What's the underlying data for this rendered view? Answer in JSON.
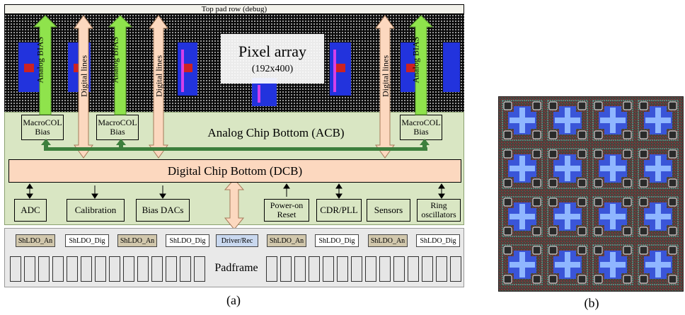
{
  "figure": {
    "top_pad_row": "Top pad row (debug)",
    "pixel_array_title": "Pixel array",
    "pixel_array_size": "(192x400)",
    "analog_bias_label": "Analog BIAS",
    "digital_lines_label": "Digital lines",
    "macrocol_bias": "MacroCOL\nBias",
    "acb_label": "Analog Chip Bottom (ACB)",
    "dcb_label": "Digital Chip Bottom (DCB)",
    "blocks": {
      "adc": "ADC",
      "calibration": "Calibration",
      "bias_dacs": "Bias DACs",
      "power_on_reset": "Power-on\nReset",
      "cdr_pll": "CDR/PLL",
      "sensors": "Sensors",
      "ring_oscillators": "Ring\noscillators"
    },
    "ldos": [
      "ShLDO_An",
      "ShLDO_Dig",
      "ShLDO_An",
      "ShLDO_Dig",
      "Driver/Rec",
      "ShLDO_An",
      "ShLDO_Dig",
      "ShLDO_An",
      "ShLDO_Dig"
    ],
    "padframe_label": "Padframe",
    "caption_a": "(a)",
    "caption_b": "(b)"
  },
  "colors": {
    "green_bg": "#d9e6c3",
    "green_arrow": "#8fe34c",
    "dark_green_bus": "#3d7f3d",
    "peach": "#fcd8bf",
    "ldo_an": "#d1c7ac",
    "ldo_dig": "#ffffff",
    "driver_rec": "#c9d8ef",
    "chip_die": "#5a4a48"
  }
}
